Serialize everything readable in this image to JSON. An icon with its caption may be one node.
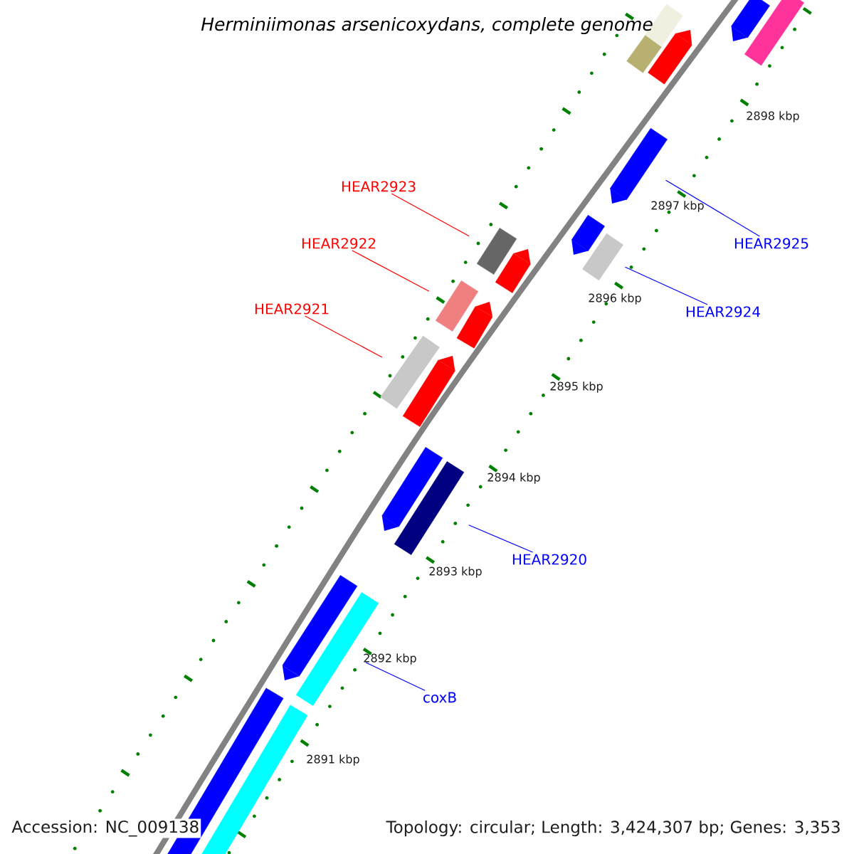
{
  "diagram": {
    "title": "Herminiimonas arsenicoxydans, complete genome",
    "nodes": [
      {
        "text": [],
        "shape": "bar"
      },
      {
        "text": [],
        "shape": "bar"
      },
      {
        "text": [],
        "shape": "arrow"
      },
      {
        "text": [],
        "shape": "arrow"
      },
      {
        "text": [],
        "shape": "bar"
      },
      {
        "text": [],
        "shape": "arrow"
      },
      {
        "text": [
          "HEAR2923"
        ]
      },
      {
        "text": [],
        "shape": "arrow"
      },
      {
        "text": [],
        "shape": "bar"
      },
      {
        "text": [
          "HEAR2925"
        ]
      },
      {
        "text": [],
        "shape": "bar"
      },
      {
        "text": [],
        "shape": "arrow"
      },
      {
        "text": [
          "HEAR2922"
        ]
      },
      {
        "text": [],
        "shape": "bar"
      },
      {
        "text": [],
        "shape": "arrow"
      },
      {
        "text": [
          "HEAR2924"
        ]
      },
      {
        "text": [
          "HEAR2921"
        ]
      },
      {
        "text": [],
        "shape": "bar"
      },
      {
        "text": [],
        "shape": "arrow"
      },
      {
        "text": [],
        "shape": "arrow"
      },
      {
        "text": [],
        "shape": "bar"
      },
      {
        "text": [
          "HEAR2920"
        ]
      },
      {
        "text": [],
        "shape": "arrow"
      },
      {
        "text": [],
        "shape": "bar"
      },
      {
        "text": [
          "coxB"
        ]
      },
      {
        "text": [],
        "shape": "bar"
      },
      {
        "text": [],
        "shape": "bar"
      }
    ],
    "edges": [
      {
        "from": 6,
        "to": 8,
        "arrow": "none",
        "color": "#ff0000"
      },
      {
        "from": 12,
        "to": 13,
        "arrow": "none",
        "color": "#ff0000"
      },
      {
        "from": 16,
        "to": 17,
        "arrow": "none",
        "color": "#ff0000"
      },
      {
        "from": 9,
        "to": 5,
        "arrow": "none"
      },
      {
        "from": 15,
        "to": 10,
        "arrow": "none"
      },
      {
        "from": 21,
        "to": 20,
        "arrow": "none"
      },
      {
        "from": 24,
        "to": 23,
        "arrow": "none"
      }
    ],
    "labels": [
      "2898 kbp",
      "2897 kbp",
      "2896 kbp",
      "2895 kbp",
      "2894 kbp",
      "2893 kbp",
      "2892 kbp",
      "2891 kbp",
      "Accession: NC_009138",
      "Topology: circular; Length: 3,424,307 bp; Genes: 3,353"
    ]
  }
}
